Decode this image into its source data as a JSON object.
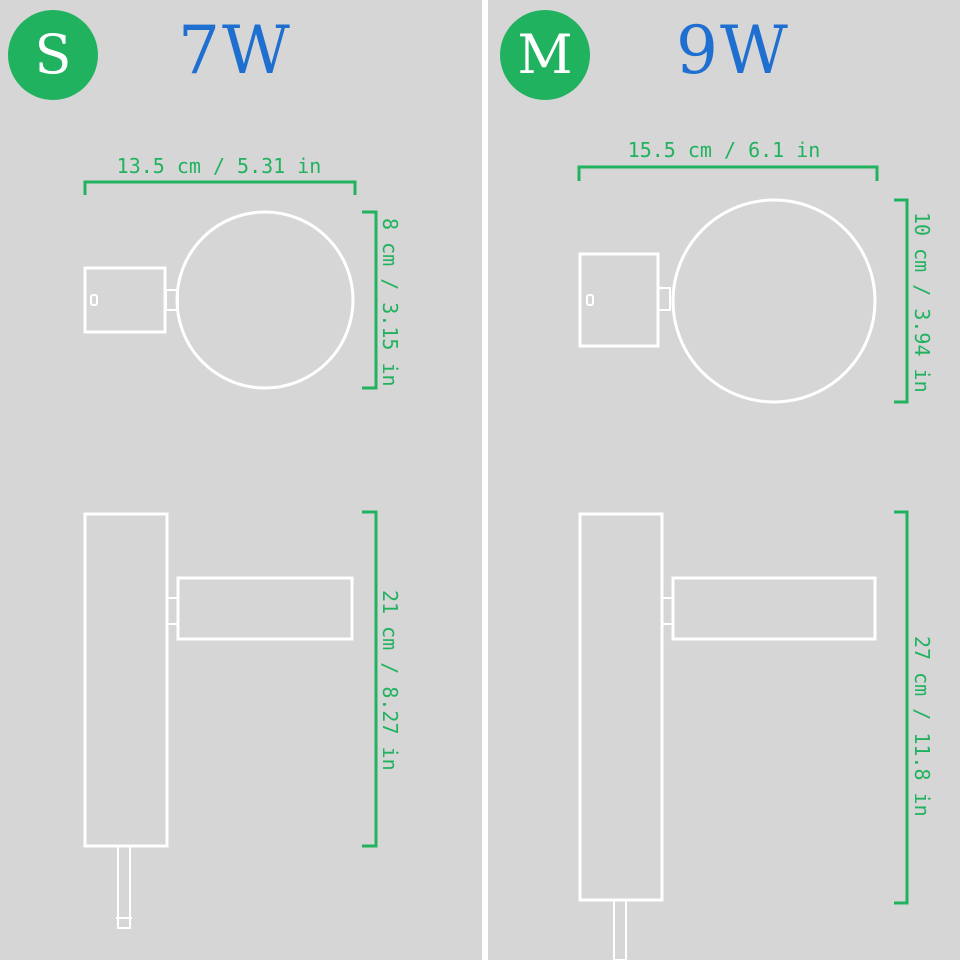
{
  "colors": {
    "accent_green": "#21b25f",
    "watt_blue": "#1f6fd1",
    "background": "#d6d6d6",
    "outline": "#ffffff"
  },
  "variants": [
    {
      "size_label": "S",
      "wattage": "7W",
      "top_width": "13.5 cm / 5.31 in",
      "head_diameter": "8 cm / 3.15 in",
      "height": "21 cm / 8.27 in"
    },
    {
      "size_label": "M",
      "wattage": "9W",
      "top_width": "15.5 cm / 6.1 in",
      "head_diameter": "10 cm / 3.94 in",
      "height": "27 cm / 11.8 in"
    }
  ]
}
